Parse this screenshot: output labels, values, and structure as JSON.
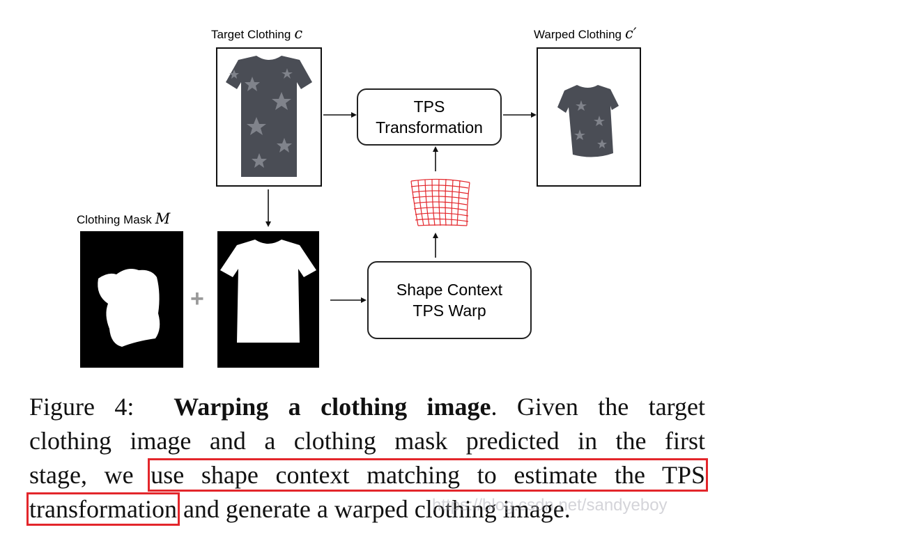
{
  "figure": {
    "target_clothing_label": "Target Clothing",
    "target_clothing_var": "c",
    "warped_clothing_label": "Warped Clothing",
    "warped_clothing_var": "c′",
    "clothing_mask_label": "Clothing Mask",
    "clothing_mask_var": "M",
    "tps_box_line1": "TPS",
    "tps_box_line2": "Transformation",
    "shape_box_line1": "Shape Context",
    "shape_box_line2": "TPS Warp",
    "plus_symbol": "+"
  },
  "caption": {
    "line1_prefix": "Figure 4:",
    "line1_bold": "Warping a clothing image",
    "line1_suffix": ".  Given the target",
    "line2": "clothing image and a clothing mask predicted in the first",
    "line3_prefix": "stage, we",
    "line3_highlight": "use shape context matching to estimate the TPS",
    "line4_highlight": "transformation",
    "line4_suffix": "and generate a warped clothing image."
  },
  "watermark": "https://blog.csdn.net/sandyeboy",
  "colors": {
    "highlight": "#e3262b",
    "grid": "#e3262b",
    "shirt": "#4a4d55"
  }
}
